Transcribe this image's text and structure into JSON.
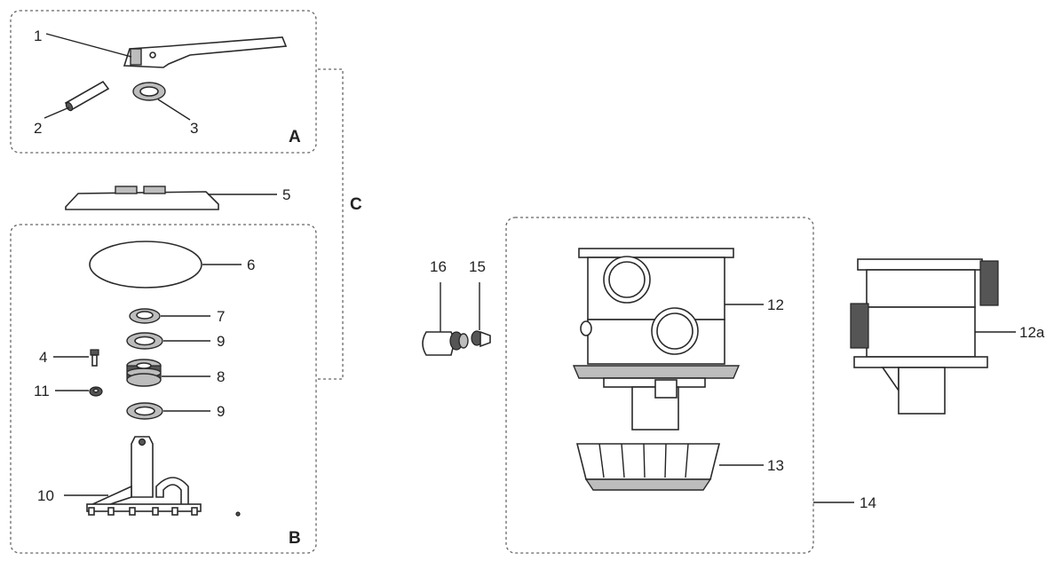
{
  "groups": {
    "a": "A",
    "b": "B",
    "c": "C"
  },
  "labels": {
    "p1": "1",
    "p2": "2",
    "p3": "3",
    "p4": "4",
    "p5": "5",
    "p6": "6",
    "p7": "7",
    "p8": "8",
    "p9a": "9",
    "p9b": "9",
    "p10": "10",
    "p11": "11",
    "p12": "12",
    "p12a": "12a",
    "p13": "13",
    "p14": "14",
    "p15": "15",
    "p16": "16"
  },
  "colors": {
    "line": "#222222",
    "shade": "#bdbdbd",
    "dark": "#555555"
  }
}
